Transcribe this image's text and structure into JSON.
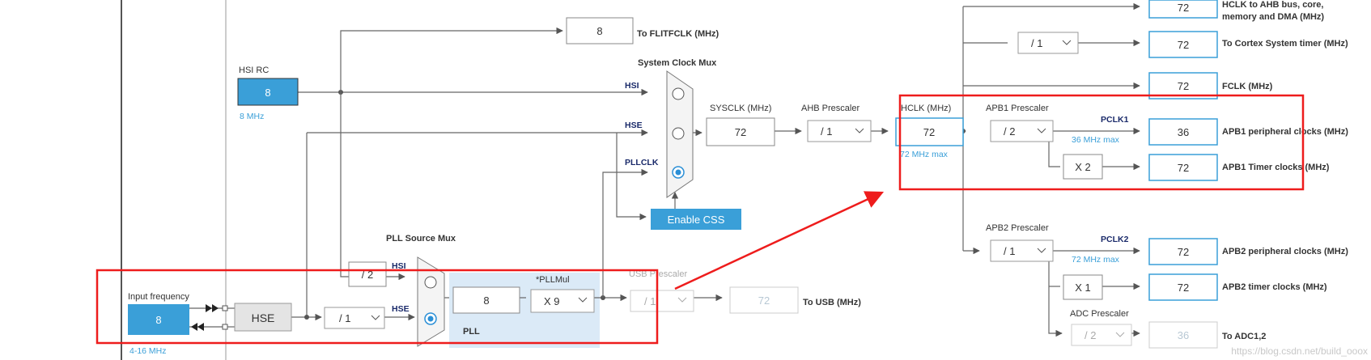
{
  "colors": {
    "accent": "#3a9fd8",
    "highlight": "#ff0000",
    "line": "#666666",
    "pll_bg": "#dbeaf7"
  },
  "hsi": {
    "title": "HSI RC",
    "value": "8",
    "freq": "8 MHz"
  },
  "hse": {
    "input_label": "Input frequency",
    "input_value": "8",
    "range": "4-16 MHz",
    "block": "HSE"
  },
  "flitf": {
    "value": "8",
    "label": "To FLITFCLK (MHz)"
  },
  "sysmux": {
    "title": "System Clock Mux",
    "hsi": "HSI",
    "hse": "HSE",
    "pllclk": "PLLCLK",
    "selected": "PLLCLK"
  },
  "sysclk": {
    "title": "SYSCLK (MHz)",
    "value": "72"
  },
  "ahb": {
    "title": "AHB Prescaler",
    "value": "/ 1"
  },
  "hclk": {
    "title": "HCLK (MHz)",
    "value": "72",
    "max": "72 MHz max"
  },
  "css": {
    "label": "Enable CSS"
  },
  "pllmux": {
    "title": "PLL Source Mux",
    "div": "/ 2",
    "hsi": "HSI",
    "hse": "HSE",
    "selected": "HSE"
  },
  "hse_div": {
    "value": "/ 1"
  },
  "pll": {
    "label": "PLL",
    "input_value": "8",
    "mul_title": "*PLLMul",
    "mul_value": "X 9"
  },
  "usb": {
    "title": "USB Prescaler",
    "value": "/ 1",
    "out_value": "72",
    "label": "To USB (MHz)"
  },
  "top": {
    "hclk_label": "HCLK to AHB bus, core,",
    "hclk_label2": "memory and DMA (MHz)",
    "hclk_value": "72",
    "cortex_div": "/ 1",
    "cortex_value": "72",
    "cortex_label": "To Cortex System timer (MHz)",
    "fclk_value": "72",
    "fclk_label": "FCLK (MHz)"
  },
  "apb1": {
    "title": "APB1 Prescaler",
    "value": "/ 2",
    "pclk": "PCLK1",
    "max": "36 MHz max",
    "periph_value": "36",
    "periph_label": "APB1 peripheral clocks (MHz)",
    "mult": "X 2",
    "timer_value": "72",
    "timer_label": "APB1 Timer clocks (MHz)"
  },
  "apb2": {
    "title": "APB2 Prescaler",
    "value": "/ 1",
    "pclk": "PCLK2",
    "max": "72 MHz max",
    "periph_value": "72",
    "periph_label": "APB2 peripheral clocks (MHz)",
    "mult": "X 1",
    "timer_value": "72",
    "timer_label": "APB2 timer clocks (MHz)"
  },
  "adc": {
    "title": "ADC Prescaler",
    "value": "/ 2",
    "out_value": "36",
    "label": "To ADC1,2"
  },
  "watermark": "https://blog.csdn.net/build_ooox"
}
